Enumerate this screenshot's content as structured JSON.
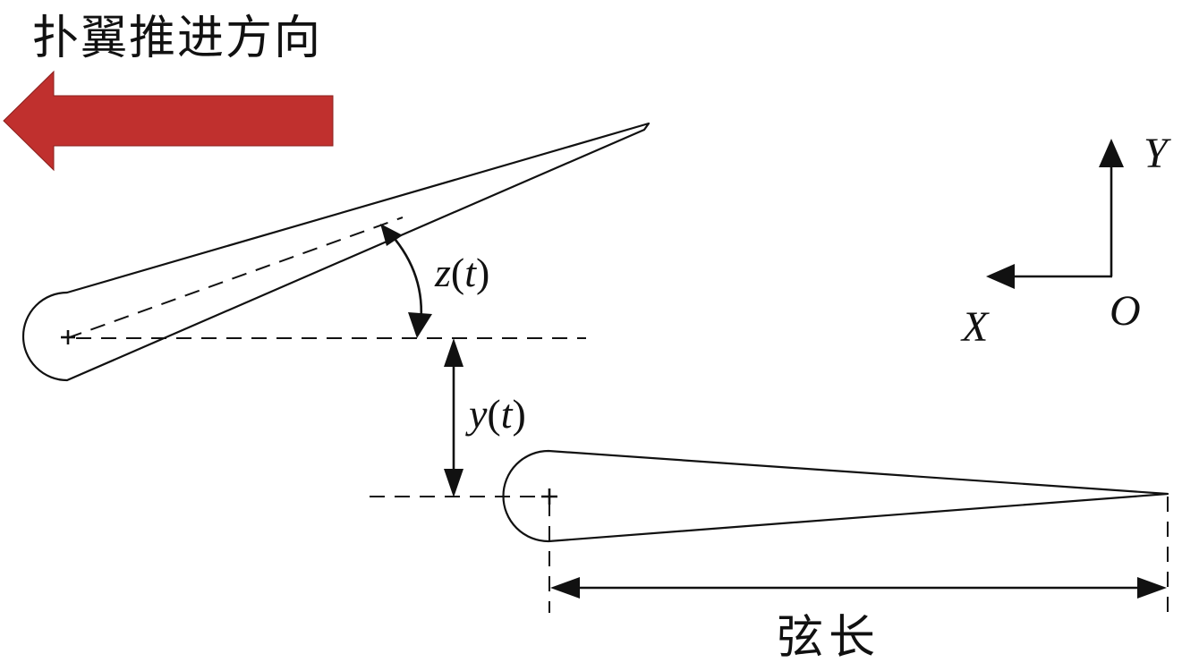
{
  "direction": {
    "label": "扑翼推进方向",
    "arrow_color": "#c0302e"
  },
  "angle_label": "z(t)",
  "heave_label": "y(t)",
  "chord_label": "弦长",
  "axes": {
    "x_label": "X",
    "y_label": "Y",
    "origin_label": "O"
  }
}
